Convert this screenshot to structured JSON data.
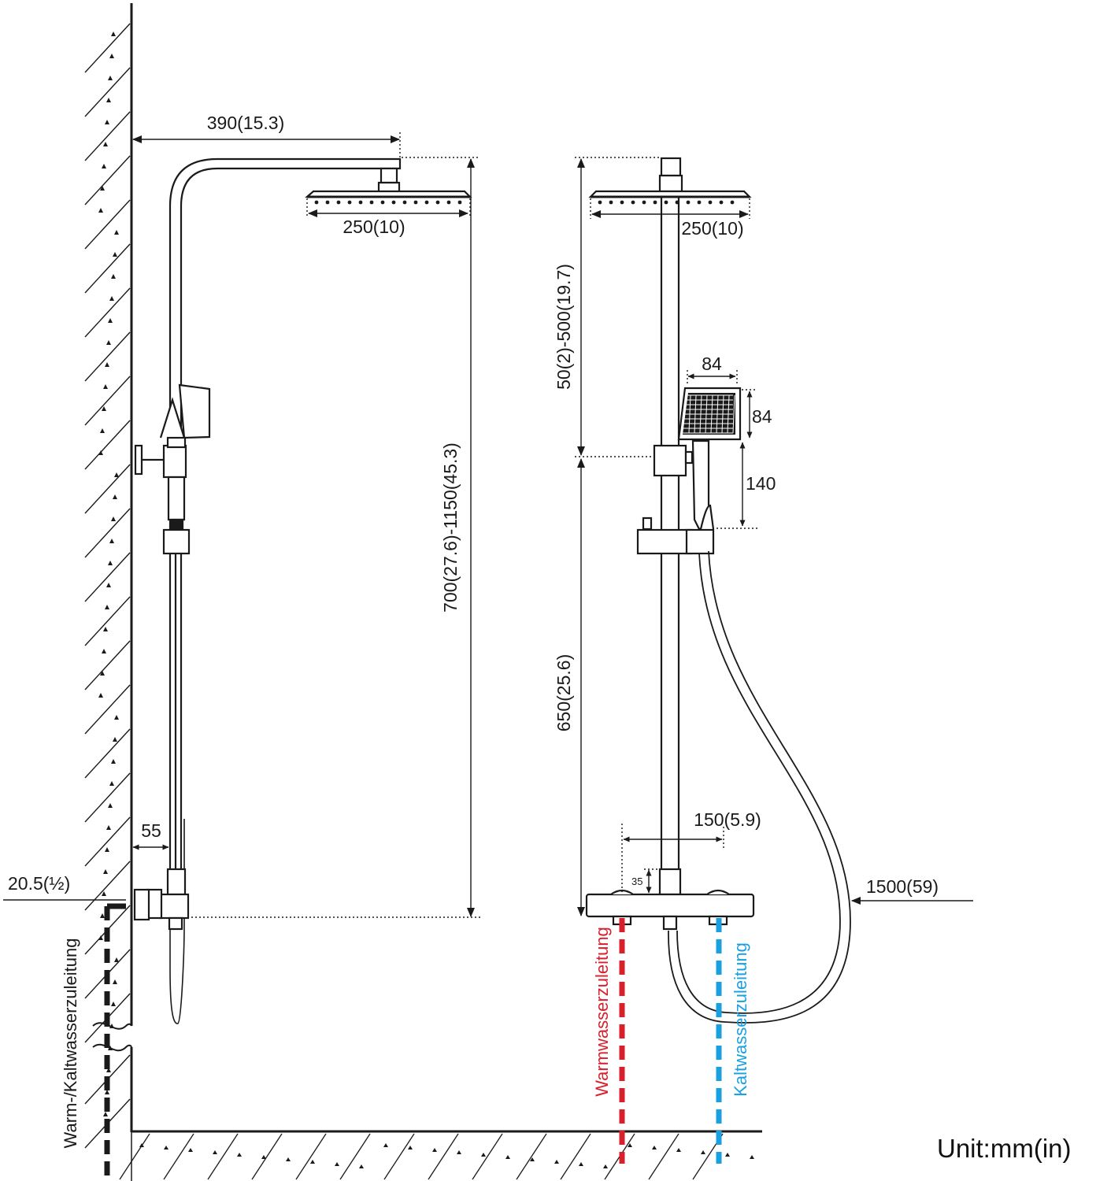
{
  "dimensions": {
    "arm_length": "390(15.3)",
    "rain_head_side": "250(10)",
    "rain_head_front": "250(10)",
    "total_height": "700(27.6)-1150(45.3)",
    "upper_adjust": "50(2)-500(19.7)",
    "lower_height": "650(25.6)",
    "hand_width": "84",
    "hand_height": "84",
    "hand_handle": "140",
    "wall_offset": "55",
    "inlet_size": "20.5(½)",
    "inlet_spacing": "150(5.9)",
    "mixer_height": "35",
    "hose_length": "1500(59)"
  },
  "labels": {
    "warm_cold_supply": "Warm-/Kaltwasserzuleitung",
    "warm_supply": "Warmwasserzuleitung",
    "cold_supply": "Kaltwasserzuleitung"
  },
  "unit": "Unit:mm(in)",
  "colors": {
    "line": "#1a1a1a",
    "warm": "#d8202c",
    "cold": "#1aa0e0",
    "inlet": "#1a1a1a"
  }
}
